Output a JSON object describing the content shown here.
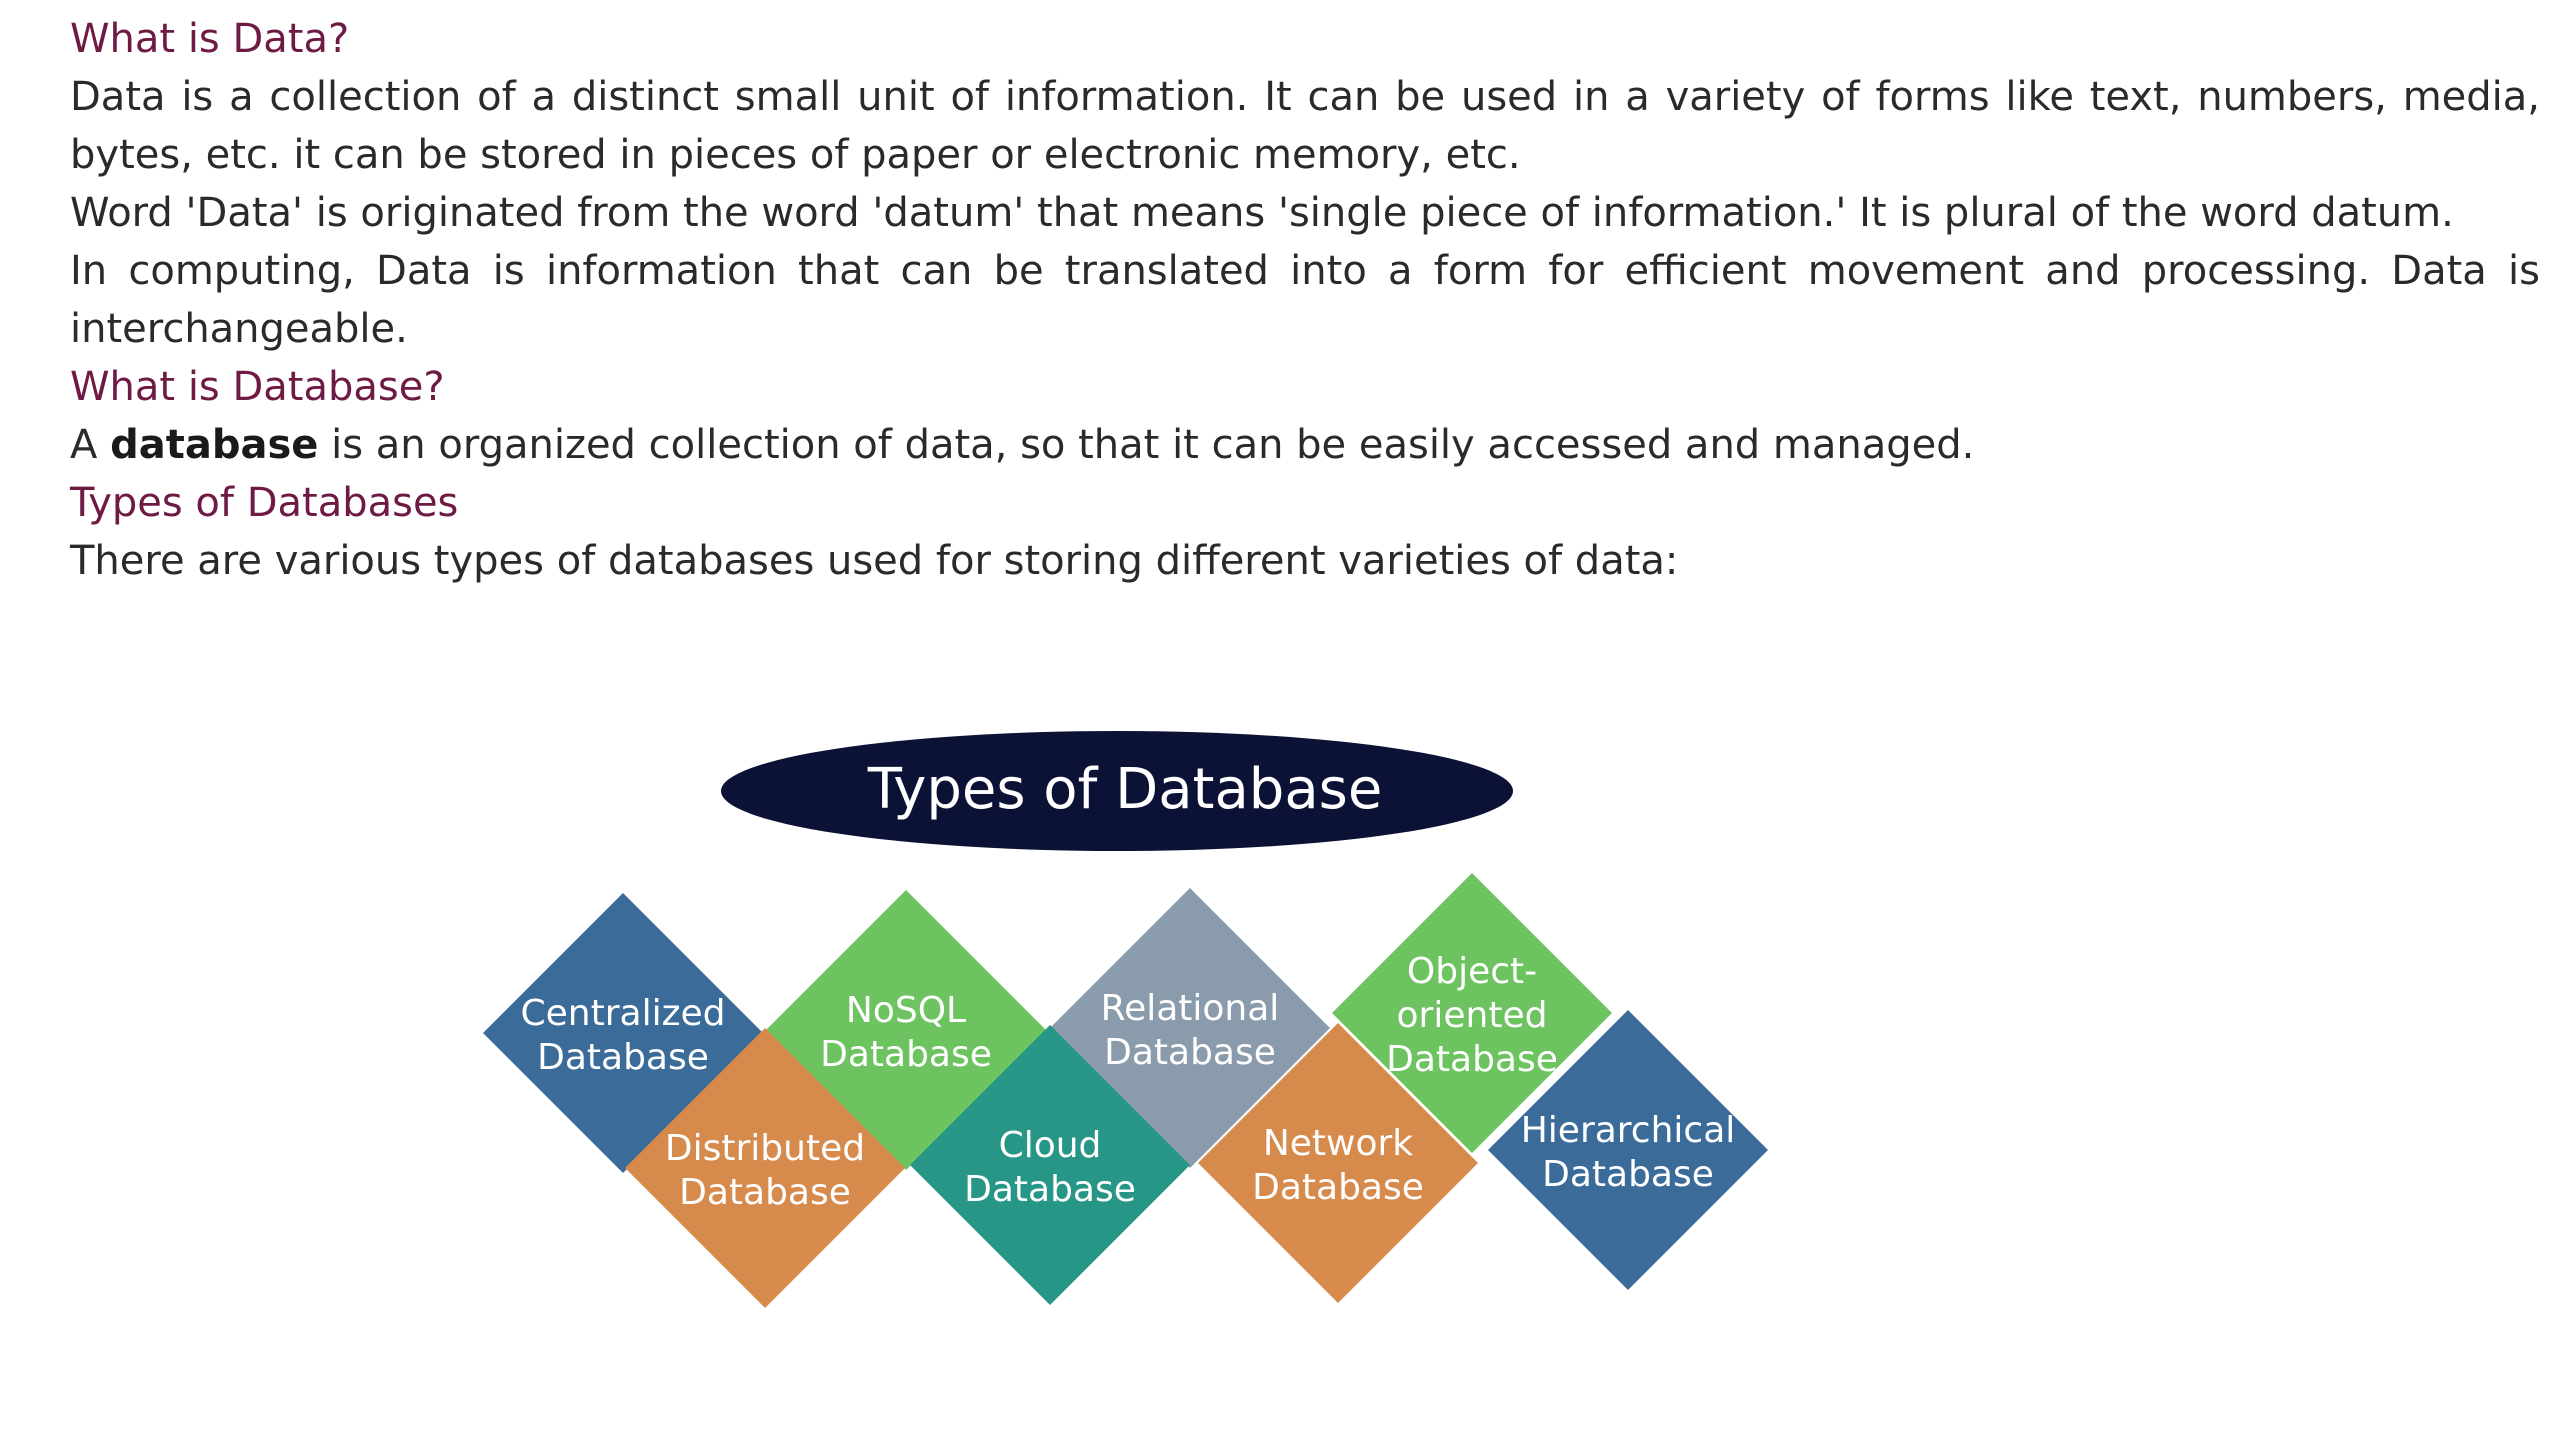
{
  "section_data": {
    "heading": "What is Data?",
    "p1": "Data is a collection of a distinct small unit of information. It can be used in a variety of forms like text, numbers, media, bytes, etc. it can be stored in pieces of paper or electronic memory, etc.",
    "p2": "Word 'Data' is originated from the word 'datum' that means 'single piece of information.' It is plural of the word datum.",
    "p3": "In computing, Data is information that can be translated into a form for efficient movement and processing. Data is interchangeable."
  },
  "section_database": {
    "heading": "What is Database?",
    "p_prefix": "A",
    "p_bold": "database",
    "p_suffix": "is an organized collection of data, so that it can be easily accessed and managed."
  },
  "section_types": {
    "heading": "Types of Databases",
    "p1": "There are various types of databases used for storing different varieties of data:"
  },
  "diagram": {
    "title": "Types of Database",
    "title_bg": "#0c1235",
    "tiles": [
      {
        "line1": "Centralized",
        "line2": "Database",
        "color": "#3a6b99"
      },
      {
        "line1": "Distributed",
        "line2": "Database",
        "color": "#d68a4b"
      },
      {
        "line1": "NoSQL",
        "line2": "Database",
        "color": "#6cc35f"
      },
      {
        "line1": "Cloud",
        "line2": "Database",
        "color": "#279686"
      },
      {
        "line1": "Relational",
        "line2": "Database",
        "color": "#8a9cac"
      },
      {
        "line1": "Network",
        "line2": "Database",
        "color": "#d68a4b"
      },
      {
        "line1": "Object-",
        "line2": "oriented",
        "line3": "Database",
        "color": "#6cc35f"
      },
      {
        "line1": "Hierarchical",
        "line2": "Database",
        "color": "#3a6b99"
      }
    ]
  }
}
